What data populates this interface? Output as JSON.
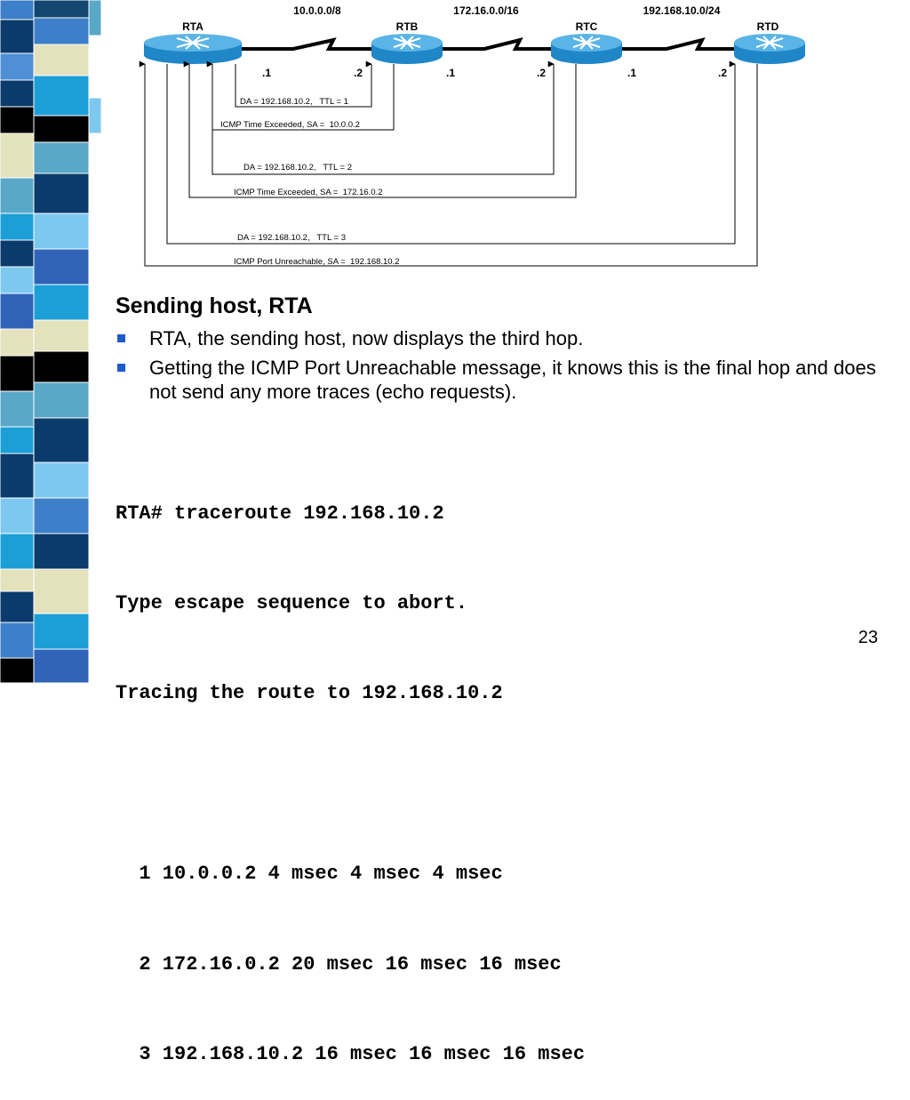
{
  "diagram": {
    "networks": [
      "10.0.0.0/8",
      "172.16.0.0/16",
      "192.168.10.0/24"
    ],
    "routers": [
      "RTA",
      "RTB",
      "RTC",
      "RTD"
    ],
    "interfaces": [
      ".1",
      ".2",
      ".1",
      ".2",
      ".1",
      ".2"
    ],
    "messages": [
      "DA = 192.168.10.2,   TTL = 1",
      "ICMP Time Exceeded, SA =  10.0.0.2",
      "DA = 192.168.10.2,   TTL = 2",
      "ICMP Time Exceeded, SA =  172.16.0.2",
      "DA = 192.168.10.2,   TTL = 3",
      "ICMP Port Unreachable, SA =  192.168.10.2"
    ]
  },
  "slide": {
    "heading": "Sending host, RTA",
    "bullets": [
      "RTA, the sending host, now displays the third hop.",
      "Getting the ICMP Port Unreachable message, it knows this is the final hop and does not send any more traces (echo requests)."
    ],
    "code_lines": [
      "RTA# traceroute 192.168.10.2",
      "Type escape sequence to abort.",
      "Tracing the route to 192.168.10.2",
      "",
      "  1 10.0.0.2 4 msec 4 msec 4 msec",
      "  2 172.16.0.2 20 msec 16 msec 16 msec",
      "  3 192.168.10.2 16 msec 16 msec 16 msec"
    ],
    "page_number": "23"
  },
  "colors": {
    "router_top": "#5ab4e6",
    "router_side": "#1f86c8",
    "bullet": "#1e5ac9"
  }
}
